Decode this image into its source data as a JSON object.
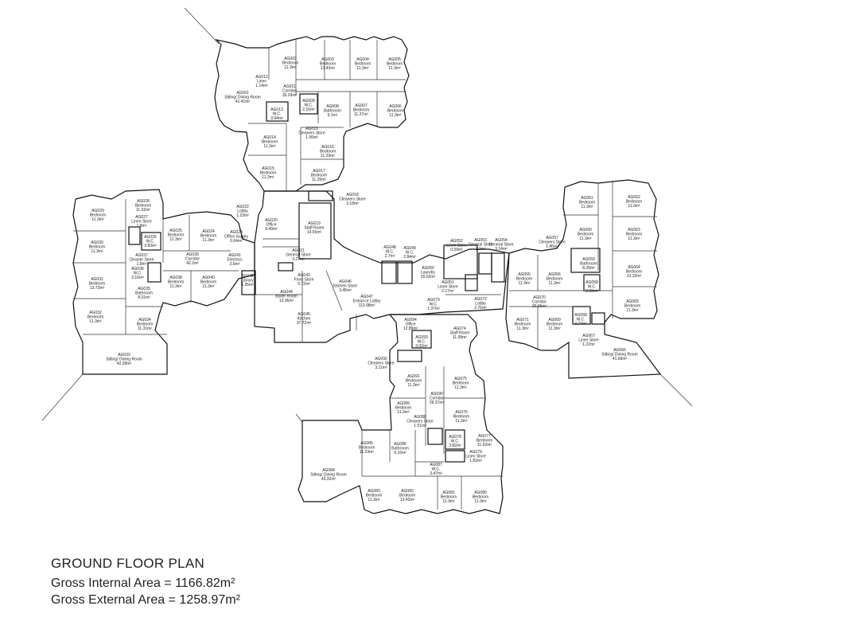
{
  "footer": {
    "title": "GROUND FLOOR PLAN",
    "internal_label": "Gross Internal Area",
    "internal_value": "= 1166.82m²",
    "external_label": "Gross External Area",
    "external_value": "= 1258.97m²"
  },
  "rooms": [
    {
      "id": "AG001",
      "name": "Sitting/ Dining Room",
      "area": "41.41m²"
    },
    {
      "id": "AG002",
      "name": "Bedroom",
      "area": "11.3m²"
    },
    {
      "id": "AG003",
      "name": "Bedroom",
      "area": "13.43m²"
    },
    {
      "id": "AG004",
      "name": "Bedroom",
      "area": "11.3m²"
    },
    {
      "id": "AG005",
      "name": "Bedroom",
      "area": "11.3m²"
    },
    {
      "id": "AG006",
      "name": "Bedroom",
      "area": "11.3m²"
    },
    {
      "id": "AG007",
      "name": "Bedroom",
      "area": "11.27m²"
    },
    {
      "id": "AG008",
      "name": "Bathroom",
      "area": "9.1m²"
    },
    {
      "id": "AG009",
      "name": "W.C.",
      "area": "2.16m²"
    },
    {
      "id": "AG010",
      "name": "Cleaners Store",
      "area": "1.56m²"
    },
    {
      "id": "AG011",
      "name": "Corridor",
      "area": "30.29m²"
    },
    {
      "id": "AG012",
      "name": "Linen",
      "area": "1.14m²"
    },
    {
      "id": "AG013",
      "name": "W.C.",
      "area": "3.94m²"
    },
    {
      "id": "AG014",
      "name": "Bedroom",
      "area": "11.3m²"
    },
    {
      "id": "AG015",
      "name": "Bedroom",
      "area": "11.3m²"
    },
    {
      "id": "AG016",
      "name": "Bedroom",
      "area": "11.29m²"
    },
    {
      "id": "AG017",
      "name": "Bedroom",
      "area": "11.25m²"
    },
    {
      "id": "AG018",
      "name": "Cleaners Store",
      "area": "3.18m²"
    },
    {
      "id": "AG019",
      "name": "Staff Room",
      "area": "14.55m²"
    },
    {
      "id": "AG020",
      "name": "Office",
      "area": "9.49m²"
    },
    {
      "id": "AG021",
      "name": "General Store",
      "area": "3.27m²"
    },
    {
      "id": "AG022",
      "name": "Lobby",
      "area": "1.23m²"
    },
    {
      "id": "AG023",
      "name": "Office Supply",
      "area": "0.64m²"
    },
    {
      "id": "AG024",
      "name": "Bedroom",
      "area": "11.3m²"
    },
    {
      "id": "AG025",
      "name": "Bedroom",
      "area": "11.3m²"
    },
    {
      "id": "AG026",
      "name": "W.C.",
      "area": "3.83m²"
    },
    {
      "id": "AG027",
      "name": "Linen Store",
      "area": "1.8m²"
    },
    {
      "id": "AG028",
      "name": "Bedroom",
      "area": "11.62m²"
    },
    {
      "id": "AG029",
      "name": "Bedroom",
      "area": "11.3m²"
    },
    {
      "id": "AG030",
      "name": "Bedroom",
      "area": "11.3m²"
    },
    {
      "id": "AG031",
      "name": "Bedroom",
      "area": "12.73m²"
    },
    {
      "id": "AG032",
      "name": "Bedroom",
      "area": "11.3m²"
    },
    {
      "id": "AG033",
      "name": "Sitting/ Dining Room",
      "area": "42.28m²"
    },
    {
      "id": "AG034",
      "name": "Bedroom",
      "area": "11.31m²"
    },
    {
      "id": "AG035",
      "name": "Bathroom",
      "area": "8.31m²"
    },
    {
      "id": "AG036",
      "name": "W.C.",
      "area": "3.16m²"
    },
    {
      "id": "AG037",
      "name": "Cleaner Store",
      "area": "1.8m²"
    },
    {
      "id": "AG038",
      "name": "Bedroom",
      "area": "11.3m²"
    },
    {
      "id": "AG039",
      "name": "Corridor",
      "area": "42.2m²"
    },
    {
      "id": "AG040",
      "name": "Bedroom",
      "area": "11.3m²"
    },
    {
      "id": "AG041",
      "name": "Electrics",
      "area": "2.6m²"
    },
    {
      "id": "AG042",
      "name": "Library",
      "area": "1.35m²"
    },
    {
      "id": "AG043",
      "name": "Food Store",
      "area": "0.72m²"
    },
    {
      "id": "AG044",
      "name": "Boiler Room",
      "area": "13.36m²"
    },
    {
      "id": "AG045",
      "name": "Kitchen",
      "area": "37.72m²"
    },
    {
      "id": "AG046",
      "name": "Kitchen Store",
      "area": "3.45m²"
    },
    {
      "id": "AG047",
      "name": "Entrance Lobby",
      "area": "113.98m²"
    },
    {
      "id": "AG048",
      "name": "W.C.",
      "area": "2.7m²"
    },
    {
      "id": "AG049",
      "name": "W.C.",
      "area": "2.84m²"
    },
    {
      "id": "AG050",
      "name": "Laundry",
      "area": "20.02m²"
    },
    {
      "id": "AG051",
      "name": "Linen Store",
      "area": "2.17m²"
    },
    {
      "id": "AG052",
      "name": "Linen Store",
      "area": "0.59m²"
    },
    {
      "id": "AG053",
      "name": "General Store",
      "area": "2.1m²"
    },
    {
      "id": "AG054",
      "name": "General Store",
      "area": "3.14m²"
    },
    {
      "id": "AG055",
      "name": "Bedroom",
      "area": "11.3m²"
    },
    {
      "id": "AG056",
      "name": "Bedroom",
      "area": "11.3m²"
    },
    {
      "id": "AG057",
      "name": "Cleaners Store",
      "area": "1.45m²"
    },
    {
      "id": "AG058",
      "name": "W.C.",
      "area": "3.69m²"
    },
    {
      "id": "AG059",
      "name": "Bathroom",
      "area": "8.28m²"
    },
    {
      "id": "AG060",
      "name": "Bedroom",
      "area": "11.3m²"
    },
    {
      "id": "AG061",
      "name": "Bedroom",
      "area": "11.3m²"
    },
    {
      "id": "AG062",
      "name": "Bedroom",
      "area": "11.3m²"
    },
    {
      "id": "AG063",
      "name": "Bedroom",
      "area": "11.3m²"
    },
    {
      "id": "AG064",
      "name": "Bedroom",
      "area": "13.32m²"
    },
    {
      "id": "AG065",
      "name": "Bedroom",
      "area": "11.3m²"
    },
    {
      "id": "AG066",
      "name": "Sitting/ Dining Room",
      "area": "41.69m²"
    },
    {
      "id": "AG067",
      "name": "Linen Store",
      "area": "1.22m²"
    },
    {
      "id": "AG068",
      "name": "W.C.",
      "area": "3.77m²"
    },
    {
      "id": "AG069",
      "name": "Bedroom",
      "area": "11.3m²"
    },
    {
      "id": "AG070",
      "name": "Corridor",
      "area": "30.06m²"
    },
    {
      "id": "AG071",
      "name": "Bedroom",
      "area": "11.3m²"
    },
    {
      "id": "AG072",
      "name": "Lobby",
      "area": "2.76m²"
    },
    {
      "id": "AG073",
      "name": "W.C.",
      "area": "1.37m²"
    },
    {
      "id": "AG074",
      "name": "Staff Room",
      "area": "11.99m²"
    },
    {
      "id": "AG075",
      "name": "Bedroom",
      "area": "11.3m²"
    },
    {
      "id": "AG076",
      "name": "Bedroom",
      "area": "11.3m²"
    },
    {
      "id": "AG077",
      "name": "Bedroom",
      "area": "11.62m²"
    },
    {
      "id": "AG078",
      "name": "W.C.",
      "area": "3.82m²"
    },
    {
      "id": "AG079",
      "name": "Linen Store",
      "area": "1.83m²"
    },
    {
      "id": "AG080",
      "name": "Bedroom",
      "area": "11.3m²"
    },
    {
      "id": "AG081",
      "name": "Bedroom",
      "area": "11.3m²"
    },
    {
      "id": "AG082",
      "name": "Bedroom",
      "area": "13.42m²"
    },
    {
      "id": "AG083",
      "name": "Bedroom",
      "area": "11.3m²"
    },
    {
      "id": "AG084",
      "name": "Sitting/ Dining Room",
      "area": "43.32m²"
    },
    {
      "id": "AG085",
      "name": "Bedroom",
      "area": "11.23m²"
    },
    {
      "id": "AG086",
      "name": "Bathroom",
      "area": "9.16m²"
    },
    {
      "id": "AG087",
      "name": "W.C.",
      "area": "3.47m²"
    },
    {
      "id": "AG088",
      "name": "Cleaners Store",
      "area": "1.51m²"
    },
    {
      "id": "AG089",
      "name": "Bedroom",
      "area": "11.3m²"
    },
    {
      "id": "AG090",
      "name": "Corridor",
      "area": "29.37m²"
    },
    {
      "id": "AG091",
      "name": "Bedroom",
      "area": "11.3m²"
    },
    {
      "id": "AG092",
      "name": "Cleaners Store",
      "area": "3.11m²"
    },
    {
      "id": "AG093",
      "name": "W.C.",
      "area": "3.02m²"
    },
    {
      "id": "AG094",
      "name": "Office",
      "area": "12.89m²"
    }
  ]
}
